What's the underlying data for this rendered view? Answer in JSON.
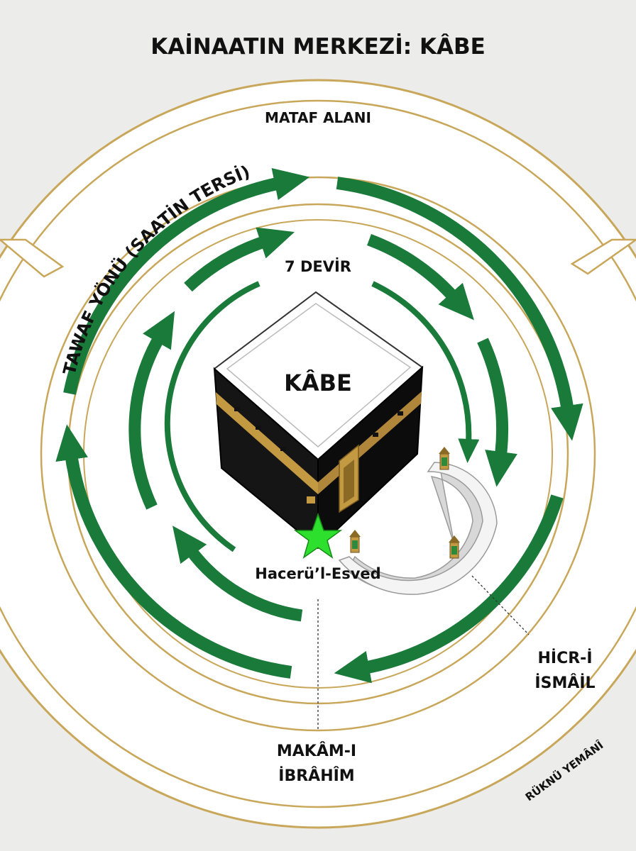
{
  "title": "KAİNAATIN MERKEZİ: KÂBE",
  "labels": {
    "mataf": "MATAF ALANI",
    "tawaf": "TAWAF YÖNÜ (SAATİN TERSİ)",
    "devir": "7 DEVİR",
    "kabe": "KÂBE",
    "hacer": "Hacerü’l-Esved",
    "hicr_line1": "HİCR-İ",
    "hicr_line2": "İSMÂİL",
    "makam_line1": "MAKÂM-I",
    "makam_line2": "İBRÂHÎM",
    "rukn": "RÜKNÜ YEMÂNÎ"
  },
  "colors": {
    "background": "#ececea",
    "ring_stroke": "#c9a75a",
    "arrow": "#1a7a3a",
    "kabe_black": "#111111",
    "kabe_gold": "#c39a42",
    "star": "#2ee02e"
  }
}
